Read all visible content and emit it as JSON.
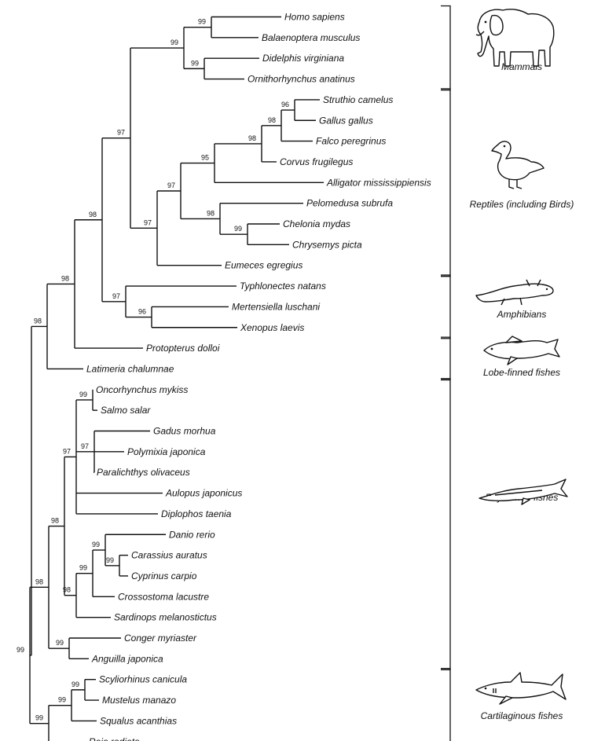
{
  "taxa": [
    "Homo sapiens",
    "Balaenoptera musculus",
    "Didelphis virginiana",
    "Ornithorhynchus anatinus",
    "Struthio camelus",
    "Gallus gallus",
    "Falco peregrinus",
    "Corvus frugilegus",
    "Alligator mississippiensis",
    "Pelomedusa subrufa",
    "Chelonia mydas",
    "Chrysemys picta",
    "Eumeces egregius",
    "Typhlonectes natans",
    "Mertensiella luschani",
    "Xenopus laevis",
    "Protopterus dolloi",
    "Latimeria chalumnae",
    "Oncorhynchus mykiss",
    "Salmo salar",
    "Gadus morhua",
    "Polymixia japonica",
    "Paralichthys olivaceus",
    "Aulopus japonicus",
    "Diplophos taenia",
    "Danio rerio",
    "Carassius auratus",
    "Cyprinus carpio",
    "Crossostoma lacustre",
    "Sardinops melanostictus",
    "Conger myriaster",
    "Anguilla japonica",
    "Scyliorhinus canicula",
    "Mustelus manazo",
    "Squalus acanthias",
    "Raja radiata"
  ],
  "tree": {
    "name": "root",
    "support": "",
    "children": [
      {
        "support": "98",
        "children": [
          {
            "support": "98",
            "children": [
              {
                "support": "98",
                "children": [
                  {
                    "support": "97",
                    "children": [
                      {
                        "support": "99",
                        "children": [
                          {
                            "support": "99",
                            "children": [
                              {
                                "taxon": 0
                              },
                              {
                                "taxon": 1
                              }
                            ]
                          },
                          {
                            "support": "99",
                            "children": [
                              {
                                "taxon": 2
                              },
                              {
                                "taxon": 3
                              }
                            ]
                          }
                        ]
                      },
                      {
                        "support": "97",
                        "children": [
                          {
                            "support": "97",
                            "children": [
                              {
                                "support": "95",
                                "children": [
                                  {
                                    "support": "98",
                                    "children": [
                                      {
                                        "support": "98",
                                        "children": [
                                          {
                                            "support": "96",
                                            "children": [
                                              {
                                                "taxon": 4
                                              },
                                              {
                                                "taxon": 5
                                              }
                                            ]
                                          },
                                          {
                                            "taxon": 6
                                          }
                                        ]
                                      },
                                      {
                                        "taxon": 7
                                      }
                                    ]
                                  },
                                  {
                                    "taxon": 8
                                  }
                                ]
                              },
                              {
                                "support": "98",
                                "children": [
                                  {
                                    "taxon": 9
                                  },
                                  {
                                    "support": "99",
                                    "children": [
                                      {
                                        "taxon": 10
                                      },
                                      {
                                        "taxon": 11
                                      }
                                    ]
                                  }
                                ]
                              }
                            ]
                          },
                          {
                            "taxon": 12
                          }
                        ]
                      }
                    ]
                  },
                  {
                    "support": "97",
                    "children": [
                      {
                        "taxon": 13
                      },
                      {
                        "support": "96",
                        "children": [
                          {
                            "taxon": 14
                          },
                          {
                            "taxon": 15
                          }
                        ]
                      }
                    ]
                  }
                ]
              },
              {
                "taxon": 16
              }
            ]
          },
          {
            "taxon": 17
          }
        ]
      },
      {
        "support": "99",
        "children": [
          {
            "support": "98",
            "children": [
              {
                "support": "98",
                "children": [
                  {
                    "support": "97",
                    "children": [
                      {
                        "support": "99",
                        "children": [
                          {
                            "taxon": 18
                          },
                          {
                            "taxon": 19
                          }
                        ]
                      },
                      {
                        "support": "97",
                        "children": [
                          {
                            "taxon": 20
                          },
                          {
                            "taxon": 21
                          },
                          {
                            "taxon": 22
                          }
                        ]
                      },
                      {
                        "taxon": 23
                      },
                      {
                        "taxon": 24
                      }
                    ]
                  },
                  {
                    "support": "98",
                    "children": [
                      {
                        "support": "99",
                        "children": [
                          {
                            "support": "99",
                            "children": [
                              {
                                "taxon": 25
                              },
                              {
                                "support": "99",
                                "children": [
                                  {
                                    "taxon": 26
                                  },
                                  {
                                    "taxon": 27
                                  }
                                ]
                              }
                            ]
                          },
                          {
                            "taxon": 28
                          }
                        ]
                      },
                      {
                        "taxon": 29
                      }
                    ]
                  }
                ]
              },
              {
                "support": "99",
                "children": [
                  {
                    "taxon": 30
                  },
                  {
                    "taxon": 31
                  }
                ]
              }
            ]
          },
          {
            "support": "99",
            "children": [
              {
                "support": "99",
                "children": [
                  {
                    "support": "99",
                    "children": [
                      {
                        "taxon": 32
                      },
                      {
                        "taxon": 33
                      }
                    ]
                  },
                  {
                    "taxon": 34
                  }
                ]
              },
              {
                "taxon": 35
              }
            ]
          }
        ]
      }
    ]
  },
  "groups": [
    {
      "label": "Mammals",
      "from": 0,
      "to": 3,
      "icon": "elephant-icon"
    },
    {
      "label": "Reptiles (including Birds)",
      "from": 4,
      "to": 12,
      "icon": "duck-icon"
    },
    {
      "label": "Amphibians",
      "from": 13,
      "to": 15,
      "icon": "salamander-icon"
    },
    {
      "label": "Lobe-finned fishes",
      "from": 16,
      "to": 17,
      "icon": "coelacanth-icon"
    },
    {
      "label": "Ray-finned fishes",
      "from": 18,
      "to": 31,
      "icon": "sturgeon-icon"
    },
    {
      "label": "Cartilaginous fishes",
      "from": 32,
      "to": 35,
      "icon": "shark-icon"
    }
  ]
}
